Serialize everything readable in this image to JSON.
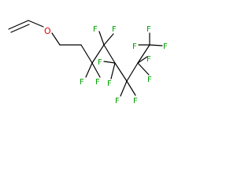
{
  "molecule": {
    "labels": {
      "o1": "O",
      "f1": "F",
      "f2": "F",
      "f3": "F",
      "f4": "F",
      "f5": "F",
      "f6": "F",
      "f7": "F",
      "f8": "F",
      "f9": "F",
      "f10": "F",
      "f11": "F",
      "f12": "F",
      "f13": "F"
    },
    "colors": {
      "carbon_bond": "#000000",
      "oxygen": "#e00000",
      "fluorine": "#00a000"
    }
  }
}
